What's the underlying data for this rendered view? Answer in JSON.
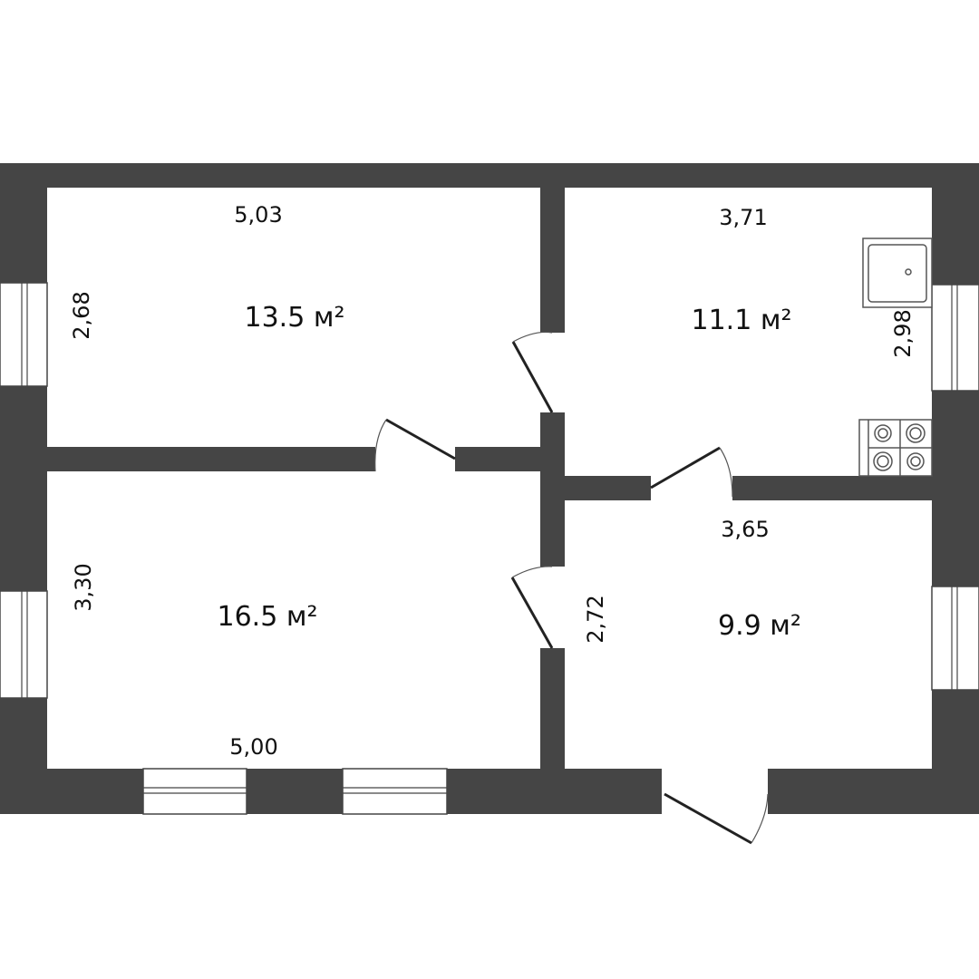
{
  "plan": {
    "wall_color": "#454545",
    "rooms": [
      {
        "id": "room-top-left",
        "area": "13.5 м²",
        "width": "5,03",
        "height": "2,68"
      },
      {
        "id": "room-top-right",
        "area": "11.1 м²",
        "width": "3,71",
        "height": "2,98"
      },
      {
        "id": "room-bottom-left",
        "area": "16.5 м²",
        "width": "5,00",
        "height": "3,30"
      },
      {
        "id": "room-bottom-right",
        "area": "9.9 м²",
        "width": "3,65",
        "height": "2,72"
      }
    ],
    "fixtures": [
      "sink-icon",
      "stove-icon"
    ]
  }
}
